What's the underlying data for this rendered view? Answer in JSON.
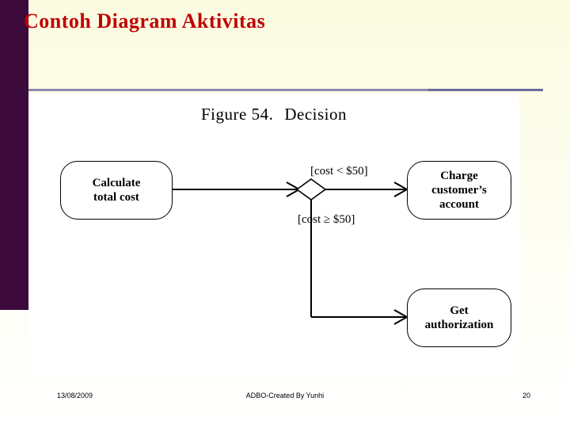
{
  "slide": {
    "title": "Contoh Diagram Aktivitas",
    "footer": {
      "date": "13/08/2009",
      "center": "ADBO-Created By Yunhi",
      "page_number": "20"
    }
  },
  "figure": {
    "caption_number": "Figure 54.",
    "caption_text": "Decision",
    "nodes": [
      {
        "id": "calculate",
        "label": "Calculate\ntotal cost"
      },
      {
        "id": "charge",
        "label": "Charge\ncustomer's\naccount"
      },
      {
        "id": "authorization",
        "label": "Get\nauthorization"
      }
    ],
    "decision": {
      "shape": "diamond"
    },
    "guards": [
      {
        "id": "guard-low",
        "text": "[cost < $50]"
      },
      {
        "id": "guard-high",
        "text": "[cost ≥ $50]"
      }
    ]
  },
  "colors": {
    "title": "#c00000",
    "band": "#3b0a3b",
    "rule": "#6b6b9e",
    "background_top": "#fbfbe0"
  }
}
